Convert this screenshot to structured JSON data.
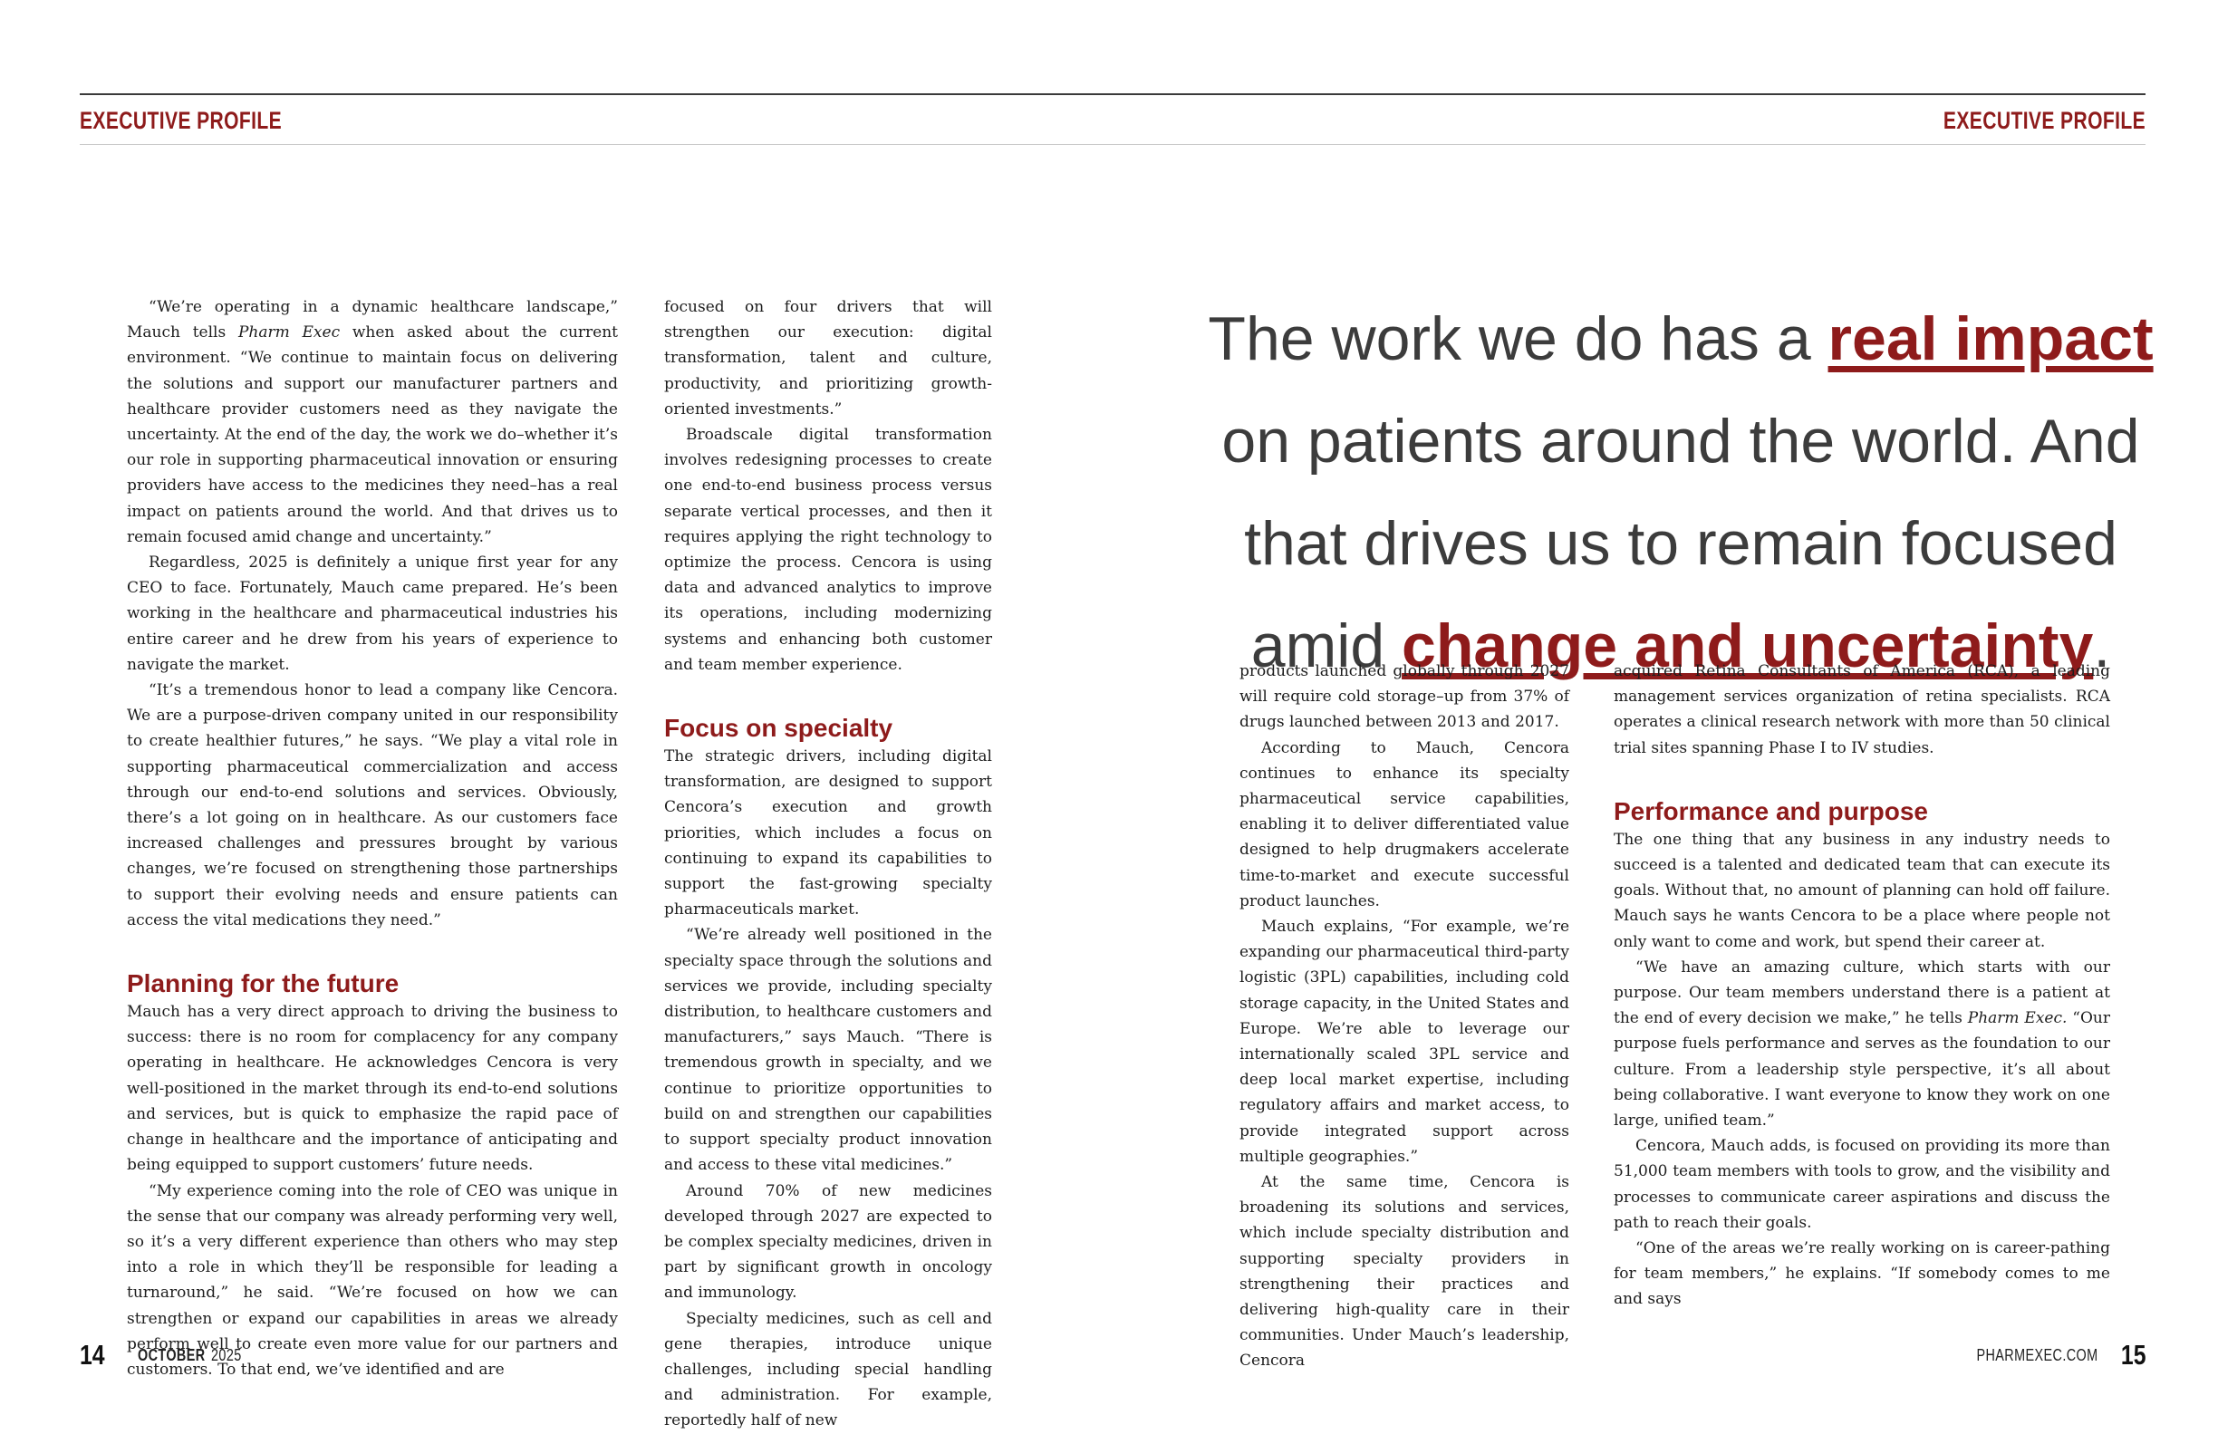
{
  "header": {
    "left_label": "EXECUTIVE PROFILE",
    "right_label": "EXECUTIVE PROFILE"
  },
  "col1": {
    "p1a": "“We’re operating in a dynamic healthcare landscape,” Mauch tells ",
    "p1_em": "Pharm Exec",
    "p1b": " when asked about the current environment. “We continue to maintain focus on delivering the solutions and support our manufacturer partners and healthcare provider customers need as they navigate the uncertainty. At the end of the day, the work we do–whether it’s our role in supporting pharmaceutical innovation or ensuring providers have access to the medicines they need–has a real impact on patients around the world. And that drives us to remain focused amid change and uncertainty.”",
    "p2": "Regardless, 2025 is definitely a unique first year for any CEO to face. Fortunately, Mauch came prepared. He’s been working in the healthcare and pharmaceutical industries his entire career and he drew from his years of experience to navigate the market.",
    "p3": "“It’s a tremendous honor to lead a company like Cencora. We are a purpose-driven company united in our responsibility to create healthier futures,” he says. “We play a vital role in supporting pharmaceutical commercialization and access through our end-to-end solutions and services. Obviously, there’s a lot going on in healthcare. As our customers face increased challenges and pressures brought by various changes, we’re focused on strengthening those partnerships to support their evolving needs and ensure patients can access the vital medications they need.”",
    "heading": "Planning for the future",
    "p4": "Mauch has a very direct approach to driving the business to success: there is no room for complacency for any company operating in healthcare. He acknowledges Cencora is very well-positioned in the market through its end-to-end solutions and services, but is quick to emphasize the rapid pace of change in healthcare and the importance of anticipating and being equipped to support customers’ future needs.",
    "p5": "“My experience coming into the role of CEO was unique in the sense that our company was already performing very well, so it’s a very different experience than others who may step into a role in which they’ll be responsible for leading a turnaround,” he said. “We’re focused on how we can strengthen or expand our capabilities in areas we already perform well to create even more value for our partners and customers. To that end, we’ve identified and are"
  },
  "col2": {
    "p1": "focused on four drivers that will strengthen our execution: digital transformation, talent and culture, productivity, and prioritizing growth-oriented investments.”",
    "p2": "Broadscale digital transformation involves redesigning processes to create one end-to-end business process versus separate vertical processes, and then it requires applying the right technology to optimize the process. Cencora is using data and advanced analytics to improve its operations, including modernizing systems and enhancing both customer and team member experience.",
    "heading": "Focus on specialty",
    "p3": "The strategic drivers, including digital transformation, are designed to support Cencora’s execution and growth priorities, which includes a focus on continuing to expand its capabilities to support the fast-growing specialty pharmaceuticals market.",
    "p4": "“We’re already well positioned in the specialty space through the solutions and services we provide, including specialty distribution, to healthcare customers and manufacturers,” says Mauch. “There is tremendous growth in specialty, and we continue to prioritize opportunities to build on and strengthen our capabilities to support specialty product innovation and access to these vital medicines.”",
    "p5": "Around 70% of new medicines developed through 2027 are expected to be complex specialty medicines, driven in part by significant growth in oncology and immunology.",
    "p6": "Specialty medicines, such as cell and gene therapies, introduce unique challenges, including special handling and administration. For example, reportedly half of new"
  },
  "quote": {
    "t1": "The work we do has a ",
    "hl1": "real impact",
    "t2": " on patients around the world. And that drives us to remain focused amid ",
    "hl2": "change and uncertainty",
    "t3": "."
  },
  "col3": {
    "p1": "products launched globally through 2027 will require cold storage–up from 37% of drugs launched between 2013 and 2017.",
    "p2": "According to Mauch, Cencora continues to enhance its specialty pharmaceutical service capabilities, enabling it to deliver differentiated value designed to help drugmakers accelerate time-to-market and execute successful product launches.",
    "p3": "Mauch explains, “For example, we’re expanding our pharmaceutical third-party logistic (3PL) capabilities, including cold storage capacity, in the United States and Europe. We’re able to leverage our internationally scaled 3PL service and deep local market expertise, including regulatory affairs and market access, to provide integrated support across multiple geographies.”",
    "p4": "At the same time, Cencora is broadening its solutions and services, which include specialty distribution and supporting specialty providers in strengthening their practices and delivering high-quality care in their communities. Under Mauch’s leadership, Cencora"
  },
  "col4": {
    "p1": "acquired Retina Consultants of America (RCA), a leading management services organization of retina specialists. RCA operates a clinical research network with more than 50 clinical trial sites spanning Phase I to IV studies.",
    "heading": "Performance and purpose",
    "p2": "The one thing that any business in any industry needs to succeed is a talented and dedicated team that can execute its goals. Without that, no amount of planning can hold off failure. Mauch says he wants Cencora to be a place where people not only want to come and work, but spend their career at.",
    "p3a": "“We have an amazing culture, which starts with our purpose. Our team members understand there is a patient at the end of every decision we make,” he tells ",
    "p3_em": "Pharm Exec.",
    "p3b": " “Our purpose fuels performance and serves as the foundation to our culture. From a leadership style perspective, it’s all about being collaborative. I want everyone to know they work on one large, unified team.”",
    "p4": "Cencora, Mauch adds, is focused on providing its more than 51,000 team members with tools to grow, and the visibility and processes to communicate career aspirations and discuss the path to reach their goals.",
    "p5": "“One of the areas we’re really working on is career-pathing for team members,” he explains. “If somebody comes to me and says"
  },
  "footer": {
    "left_page": "14",
    "month": "OCTOBER",
    "year": "2025",
    "site": "PHARMEXEC.COM",
    "right_page": "15"
  }
}
